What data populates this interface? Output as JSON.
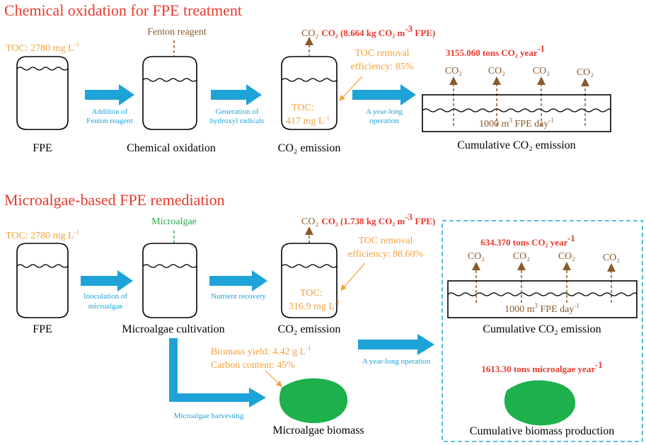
{
  "top": {
    "title": "Chemical oxidation for FPE treatment",
    "toc_in": "TOC: 2780 mg L",
    "toc_in_sup": "-1",
    "reagent": "Fenton reagent",
    "co2_head": "CO₂ (8.664 kg CO₂ m",
    "co2_head_sup": "-3",
    "co2_head_tail": " FPE)",
    "removal_line1": "TOC removal",
    "removal_line2": "efficiency: 85%",
    "toc_out_line1": "TOC:",
    "toc_out_line2": "417 mg L",
    "toc_out_sup": "-1",
    "cum_rate": "3155.060 tons CO₂ year",
    "cum_rate_sup": "-1",
    "co2_label": "CO₂",
    "flow": "1000 m",
    "flow_sup": "3",
    "flow_tail": " FPE day",
    "flow_tail_sup": "-1",
    "arrow1_line1": "Addition of",
    "arrow1_line2": "Fenton reagent",
    "arrow2_line1": "Generation of",
    "arrow2_line2": "hydroxyl radicals",
    "arrow3_line1": "A year-long",
    "arrow3_line2": "operation",
    "label_fpe": "FPE",
    "label_oxidation": "Chemical oxidation",
    "label_emission": "CO₂ emission",
    "label_cumulative": "Cumulative CO₂ emission"
  },
  "bottom": {
    "title": "Microalgae-based FPE remediation",
    "toc_in": "TOC: 2780 mg L",
    "toc_in_sup": "-1",
    "reagent": "Microalgae",
    "co2_head": "CO₂ (1.738 kg CO₂ m",
    "co2_head_sup": "-3",
    "co2_head_tail": " FPE)",
    "removal_line1": "TOC removal",
    "removal_line2": "efficiency: 88.60%",
    "toc_out_line1": "TOC:",
    "toc_out_line2": "316.9 mg L",
    "toc_out_sup": "-1",
    "cum_rate": "634.370 tons CO₂ year",
    "cum_rate_sup": "-1",
    "co2_label": "CO₂",
    "flow": "1000 m",
    "flow_sup": "3",
    "flow_tail": " FPE day",
    "flow_tail_sup": "-1",
    "arrow1_line1": "Inoculation of",
    "arrow1_line2": "microalgae",
    "arrow2_line1": "Nutrient recovery",
    "arrow3": "A year-long operation",
    "arrow_harvest": "Microalgae harvesting",
    "biomass_yield": "Biomass yield: 4.42 g L",
    "biomass_yield_sup": "-1",
    "carbon_content": "Carbon content: 45%",
    "biomass_rate": "1613.30 tons microalgae year",
    "biomass_rate_sup": "-1",
    "label_fpe": "FPE",
    "label_cultivation": "Microalgae cultivation",
    "label_emission": "CO₂ emission",
    "label_cumulative": "Cumulative CO₂ emission",
    "label_biomass": "Microalgae biomass",
    "label_cum_biomass": "Cumulative biomass production"
  },
  "colors": {
    "title": "#e8392c",
    "orange": "#f5a03c",
    "brown": "#8b5a2b",
    "arrow_blue": "#1ea3d9",
    "algae_green": "#1db04b",
    "dashed_box": "#29a9d6"
  }
}
